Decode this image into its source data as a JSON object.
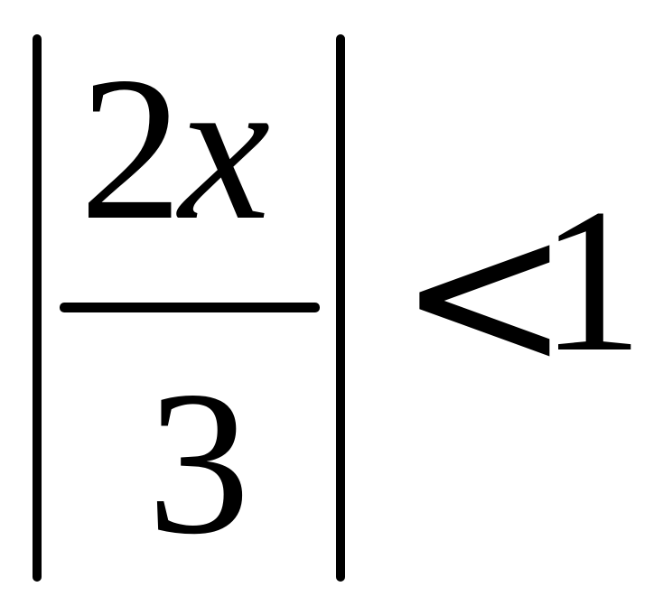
{
  "expression": {
    "numerator": {
      "coefficient": "2",
      "variable": "x"
    },
    "denominator": "3",
    "relation": "<",
    "right_side": "1"
  }
}
